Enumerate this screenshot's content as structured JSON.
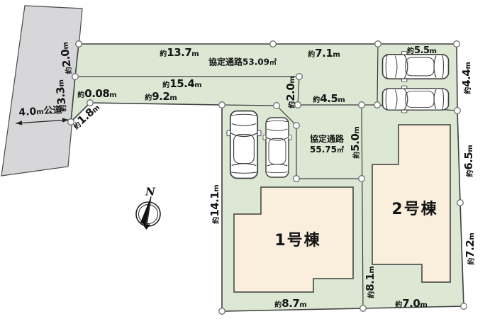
{
  "colors": {
    "site_green": "#dce8d4",
    "building_cream": "#faeedd",
    "road_gray": "#d7d7d9",
    "outline": "#3f3f3f"
  },
  "plan": {
    "compass": {
      "label": "N"
    },
    "road_label": {
      "value": "4.0",
      "unit": "m",
      "suffix": "公道"
    },
    "passages": [
      {
        "name": "協定通路",
        "area": "53.09",
        "unit": "㎡"
      },
      {
        "name": "協定通路",
        "area": "55.75",
        "unit": "㎡"
      }
    ],
    "buildings": [
      {
        "label": "1号棟"
      },
      {
        "label": "2号棟"
      }
    ],
    "dimensions": {
      "top_13_7": {
        "prefix": "約",
        "value": "13.7",
        "unit": "m"
      },
      "top_7_1": {
        "prefix": "約",
        "value": "7.1",
        "unit": "m"
      },
      "top_5_5": {
        "prefix": "約",
        "value": "5.5",
        "unit": "m"
      },
      "right_4_4": {
        "prefix": "約",
        "value": "4.4",
        "unit": "m"
      },
      "right_6_5": {
        "prefix": "約",
        "value": "6.5",
        "unit": "m"
      },
      "right_7_2": {
        "prefix": "約",
        "value": "7.2",
        "unit": "m"
      },
      "left_2_0": {
        "prefix": "約",
        "value": "2.0",
        "unit": "m"
      },
      "left_3_3": {
        "prefix": "約",
        "value": "3.3",
        "unit": "m"
      },
      "left_0_08": {
        "prefix": "約",
        "value": "0.08",
        "unit": "m"
      },
      "left_1_8": {
        "prefix": "約",
        "value": "1.8",
        "unit": "m"
      },
      "mid_15_4": {
        "prefix": "約",
        "value": "15.4",
        "unit": "m"
      },
      "mid_9_2": {
        "prefix": "約",
        "value": "9.2",
        "unit": "m"
      },
      "mid_2_0": {
        "prefix": "約",
        "value": "2.0",
        "unit": "m"
      },
      "mid_4_5": {
        "prefix": "約",
        "value": "4.5",
        "unit": "m"
      },
      "mid_5_0": {
        "prefix": "約",
        "value": "5.0",
        "unit": "m"
      },
      "left_14_1": {
        "prefix": "約",
        "value": "14.1",
        "unit": "m"
      },
      "mid_8_1": {
        "prefix": "約",
        "value": "8.1",
        "unit": "m"
      },
      "bottom_8_7": {
        "prefix": "約",
        "value": "8.7",
        "unit": "m"
      },
      "bottom_7_0": {
        "prefix": "約",
        "value": "7.0",
        "unit": "m"
      }
    }
  }
}
